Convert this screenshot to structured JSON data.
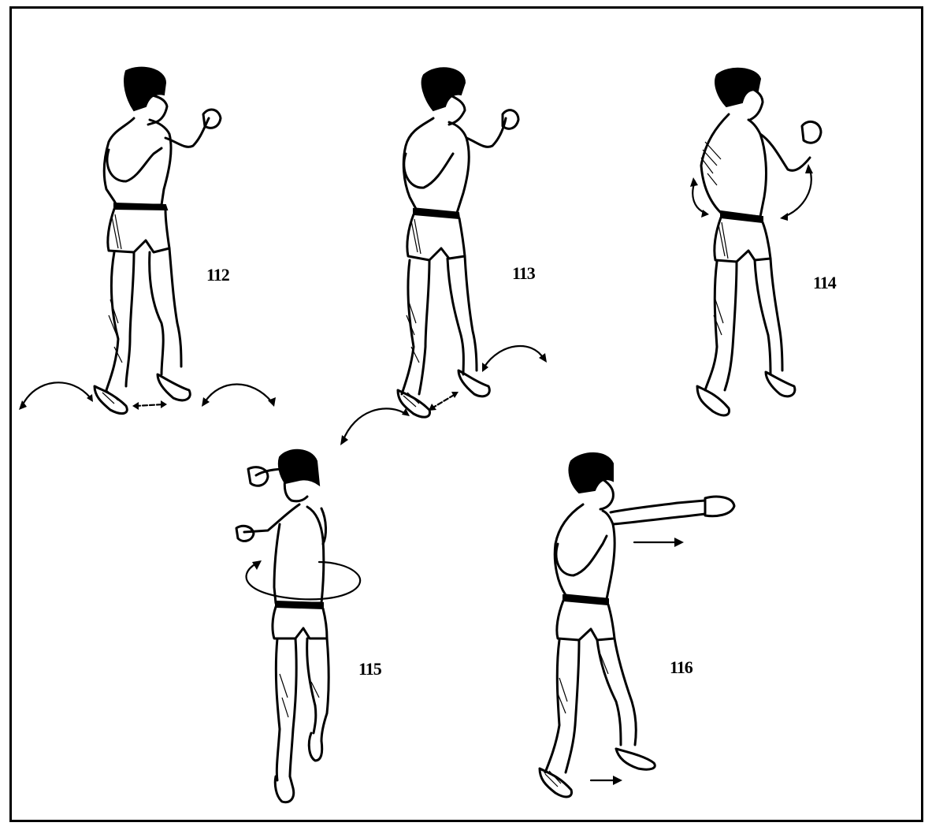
{
  "figures": [
    {
      "id": "112",
      "label": "112"
    },
    {
      "id": "113",
      "label": "113"
    },
    {
      "id": "114",
      "label": "114"
    },
    {
      "id": "115",
      "label": "115"
    },
    {
      "id": "116",
      "label": "116"
    }
  ],
  "colors": {
    "ink": "#000000",
    "paper": "#ffffff"
  }
}
